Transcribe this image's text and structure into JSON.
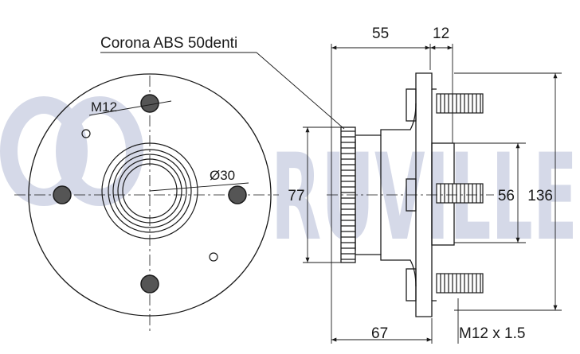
{
  "watermark": {
    "text": "RUVILLE",
    "color": "#d5d9e8"
  },
  "labels": {
    "abs_ring": "Corona ABS 50denti",
    "stud_thread": "M12",
    "bore_diameter": "Ø30",
    "pilot_diameter": "77",
    "stud_circle": "56",
    "flange_diameter": "136",
    "flange_offset": "55",
    "flange_thickness": "12",
    "overall_length": "67",
    "stud_spec": "M12 x 1.5"
  },
  "colors": {
    "line": "#1a1a1a",
    "hatch_fill": "#ffffff"
  }
}
